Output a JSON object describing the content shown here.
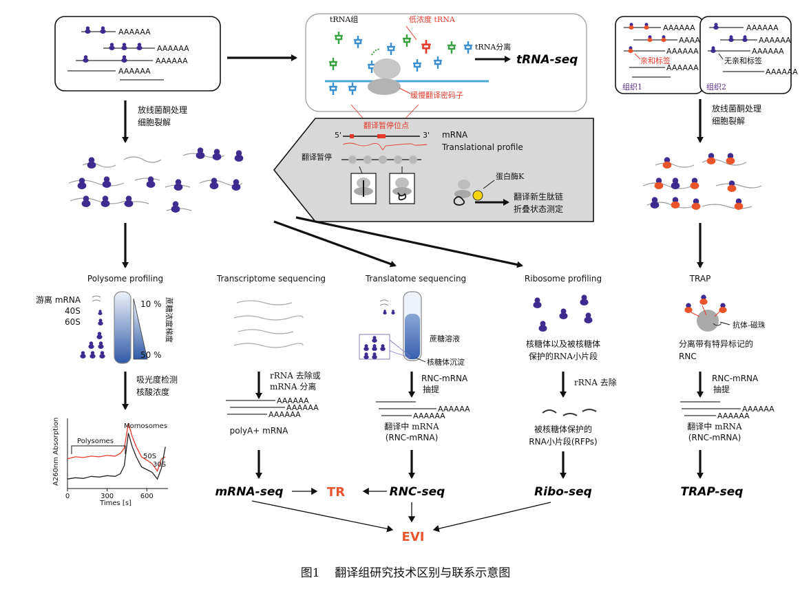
{
  "top": {
    "mrna_tails": [
      "AAAAAA",
      "AAAAAA",
      "AAAAAA",
      "AAAAAA"
    ],
    "trna_pool_label": "tRNA组",
    "low_trna_label": "低浓度 tRNA",
    "slow_codon_label": "缓慢翻译密码子",
    "trna_separation": "tRNA分离",
    "trna_seq": "tRNA-seq",
    "trap_tails_left": [
      "AAAAAA",
      "AAAA",
      "AAAAAA",
      "AAAAAA"
    ],
    "trap_tails_right": [
      "AAAAAA",
      "AAAAAA",
      "AAAAAA",
      "AAAAAA"
    ],
    "affinity_tag": "亲和标签",
    "no_tag": "无亲和标签",
    "tissue1": "组织1",
    "tissue2": "组织2"
  },
  "treatment_left": [
    "放线菌酮处理",
    "细胞裂解"
  ],
  "treatment_right": [
    "放线菌酮处理",
    "细胞裂解"
  ],
  "center_panel": {
    "pause_site": "翻译暂停位点",
    "five_prime": "5'",
    "three_prime": "3'",
    "mrna_label": "mRNA",
    "profile_label": "Translational profile",
    "pause_label": "翻译暂停",
    "protease_k": "蛋白酶K",
    "folding": [
      "翻译新生肽链",
      "折叠状态测定"
    ]
  },
  "methods": {
    "polysome": {
      "title": "Polysome profiling",
      "free_mrna": "游离 mRNA",
      "s40": "40S",
      "s60": "60S",
      "pct_top": "10 %",
      "pct_bottom": "50 %",
      "gradient": "蔗糖浓度梯度",
      "detect": [
        "吸光度检测",
        "核酸浓度"
      ]
    },
    "transcriptome": {
      "title": "Transcriptome sequencing",
      "step": [
        "rRNA 去除或",
        "mRNA 分离"
      ],
      "tails": [
        "AAAAAA",
        "AAAAAA",
        "AAAAAA"
      ],
      "result": "polyA+ mRNA",
      "seq": "mRNA-seq"
    },
    "translatome": {
      "title": "Translatome sequencing",
      "sucrose": "蔗糖溶液",
      "pellet": "核糖体沉淀",
      "step": [
        "RNC-mRNA",
        "抽提"
      ],
      "tails": [
        "AAAAAA",
        "AAAAAA"
      ],
      "result": [
        "翻译中 mRNA",
        "(RNC-mRNA)"
      ],
      "seq": "RNC-seq"
    },
    "ribosome": {
      "title": "Ribosome profiling",
      "desc": [
        "核糖体以及被核糖体",
        "保护的RNA小片段"
      ],
      "step": "rRNA 去除",
      "result": [
        "被核糖体保护的",
        "RNA小片段(RFPs)"
      ],
      "seq": "Ribo-seq"
    },
    "trap": {
      "title": "TRAP",
      "bead": "抗体-磁珠",
      "desc": [
        "分离带有特异标记的",
        "RNC"
      ],
      "step": [
        "RNC-mRNA",
        "抽提"
      ],
      "tails": [
        "AAAAAA",
        "AAAAAA"
      ],
      "result": [
        "翻译中 mRNA",
        "(RNC-mRNA)"
      ],
      "seq": "TRAP-seq"
    }
  },
  "outputs": {
    "tr": "TR",
    "evi": "EVI"
  },
  "chart_data": {
    "type": "line",
    "xlabel": "Times [s]",
    "ylabel": "A260nm Absorption",
    "xticks": [
      0,
      300,
      600
    ],
    "annotations": [
      "Polysomes",
      "Momosomes",
      "50S",
      "30S"
    ],
    "series": [
      {
        "color": "#e43b2c",
        "x": [
          0,
          60,
          120,
          180,
          240,
          300,
          360,
          400,
          430,
          460,
          490,
          520,
          560,
          600,
          640,
          680,
          710,
          740
        ],
        "y": [
          0.42,
          0.45,
          0.44,
          0.46,
          0.45,
          0.47,
          0.46,
          0.5,
          0.58,
          0.95,
          0.75,
          0.6,
          0.45,
          0.4,
          0.35,
          0.24,
          0.42,
          0.45
        ]
      },
      {
        "color": "#222222",
        "x": [
          0,
          60,
          120,
          180,
          240,
          300,
          360,
          400,
          430,
          460,
          490,
          520,
          560,
          600,
          640,
          680,
          710,
          740
        ],
        "y": [
          0.12,
          0.14,
          0.13,
          0.16,
          0.15,
          0.17,
          0.16,
          0.2,
          0.32,
          0.8,
          0.6,
          0.45,
          0.3,
          0.26,
          0.22,
          0.12,
          0.28,
          0.6
        ]
      }
    ]
  },
  "caption": "图1    翻译组研究技术区别与联系示意图"
}
